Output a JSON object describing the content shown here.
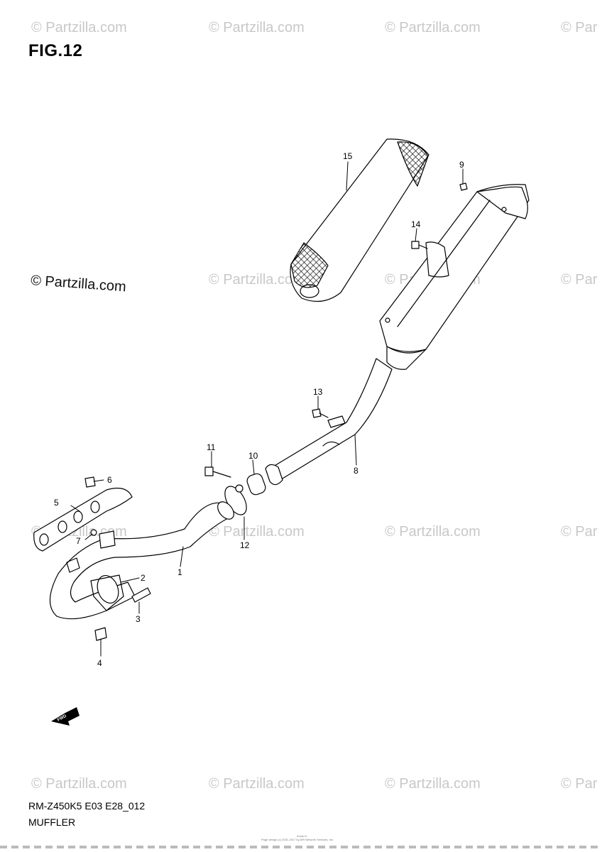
{
  "figure": {
    "title": "FIG.12"
  },
  "watermark": {
    "text": "© Partzilla.com",
    "corner_text": "© Par"
  },
  "diagram": {
    "code": "RM-Z450K5 E03 E28_012",
    "name": "MUFFLER",
    "fwd_label": "FWD",
    "footer_line1": "Zoom in",
    "footer_line2": "Page design (c) 2001-2017 by ARI Network Services, Inc."
  },
  "callouts": [
    "1",
    "2",
    "3",
    "4",
    "5",
    "6",
    "7",
    "8",
    "9",
    "10",
    "11",
    "12",
    "13",
    "14",
    "15"
  ]
}
